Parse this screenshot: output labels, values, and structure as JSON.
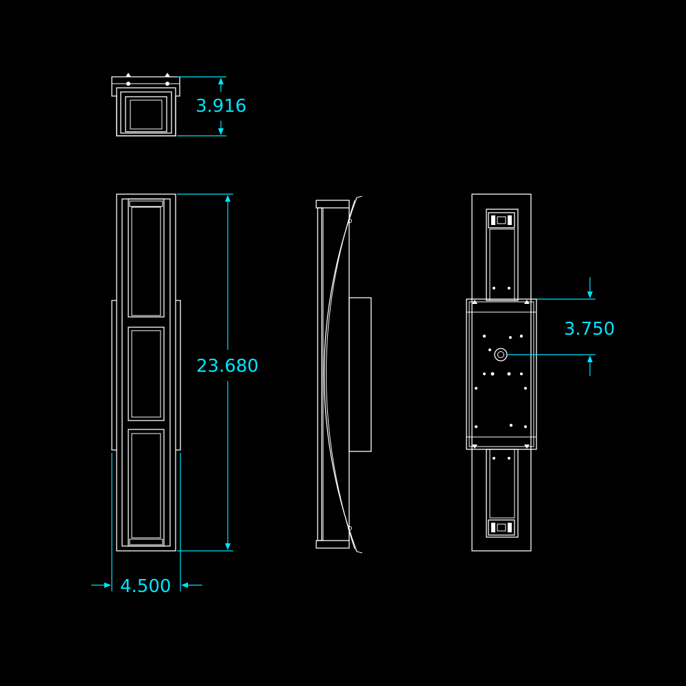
{
  "dimensions": {
    "top_depth": "3.916",
    "front_height": "23.680",
    "front_width": "4.500",
    "mount_spacing": "3.750"
  },
  "colors": {
    "background": "#000000",
    "linework": "#ffffff",
    "dimension": "#00e5ff"
  }
}
